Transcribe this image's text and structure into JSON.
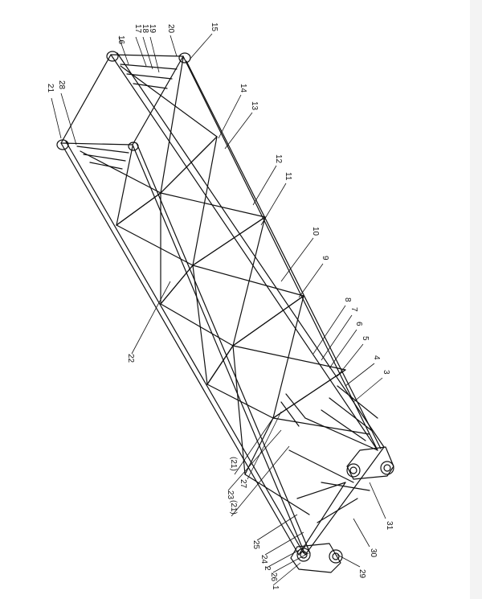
{
  "colors": {
    "ink": "#111111",
    "paper": "#ffffff",
    "edge": "#f3f3f3"
  },
  "labels": {
    "l1": "1",
    "l2": "2",
    "l3": "3",
    "l4": "4",
    "l5": "5",
    "l6": "6",
    "l7": "7",
    "l8": "8",
    "l9": "9",
    "l10": "10",
    "l11": "11",
    "l12": "12",
    "l13": "13",
    "l14": "14",
    "l15": "15",
    "l16": "16",
    "l17": "17",
    "l18": "18",
    "l19": "19",
    "l20": "20",
    "l21": "21",
    "l21a": "(21)",
    "l21b": "(21)",
    "l22": "22",
    "l23": "23",
    "l24": "24",
    "l25": "25",
    "l26": "26",
    "l27": "27",
    "l28": "28",
    "l29": "29",
    "l30": "30",
    "l31": "31"
  }
}
